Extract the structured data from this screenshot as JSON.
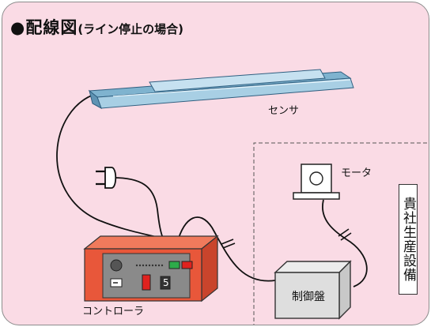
{
  "title": {
    "main": "●配線図",
    "sub": "(ライン停止の場合)"
  },
  "labels": {
    "sensor": "センサ",
    "motor": "モータ",
    "controller": "コントローラ",
    "control_panel": "制御盤",
    "customer_facility": "貴社生産設備"
  },
  "controller_display": "5",
  "colors": {
    "background": "#fadbe5",
    "controller_body": "#e8573a",
    "controller_face": "#8a8a8a",
    "led_green": "#2dab4a",
    "led_red": "#e0221f"
  }
}
